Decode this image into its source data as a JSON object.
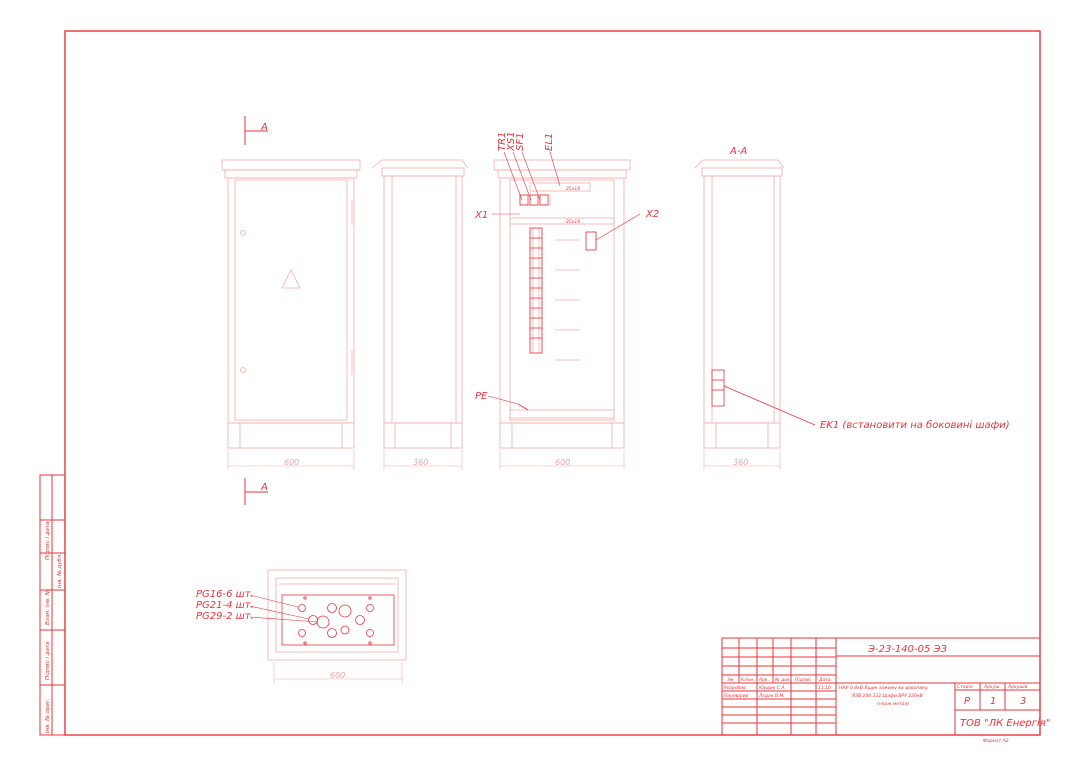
{
  "colors": {
    "line": "#e8343a",
    "faint": "#f4aeae",
    "dim": "#f3a3a3"
  },
  "section_mark": "A",
  "section_title": "A-A",
  "dims": {
    "front_width": "600",
    "side_depth": "360",
    "open_width": "600",
    "section_depth": "360",
    "bottom_width": "600"
  },
  "components": {
    "tr1": "TR1",
    "xs1": "XS1",
    "sf1": "SF1",
    "el1": "EL1",
    "x1": "X1",
    "x2": "X2",
    "pe": "PE"
  },
  "ek1_note": "EK1 (встановити на боковині шафи)",
  "glands": [
    "PG16-6 шт.",
    "PG21-4 шт.",
    "PG29-2 шт."
  ],
  "small_labels": {
    "s1": "25x18",
    "s2": "25x18"
  },
  "left_strip": [
    "Підпис і дата",
    "Взам. інв. №",
    "Інв. № дубл.",
    "Підпис і дата",
    "Інв. № ориг."
  ],
  "title_block": {
    "code": "Э-23-140-05 ЭЗ",
    "col_headers": [
      "Зм.",
      "Кільк.",
      "Арк.",
      "№ док.",
      "Підпис",
      "Дата"
    ],
    "developer_role": "Розробив",
    "developer_name": "Юрдик С.А.",
    "checker_role": "Перевірив",
    "checker_name": "Лєдок В.М.",
    "date": "11.10",
    "description_1": "НКУ-0,4кВ   Ящик зажиму кв доволину",
    "description_2": "ЯЗВ 200 332 Шафи ВРУ 220кВ",
    "description_3": "(нерж.метал)",
    "stage_label": "Стадія",
    "sheet_label": "Аркуш",
    "sheets_label": "Аркушів",
    "stage": "Р",
    "sheet": "1",
    "sheets": "3",
    "company": "ТОВ \"ЛК Енергія\"",
    "format": "Формат А2"
  }
}
